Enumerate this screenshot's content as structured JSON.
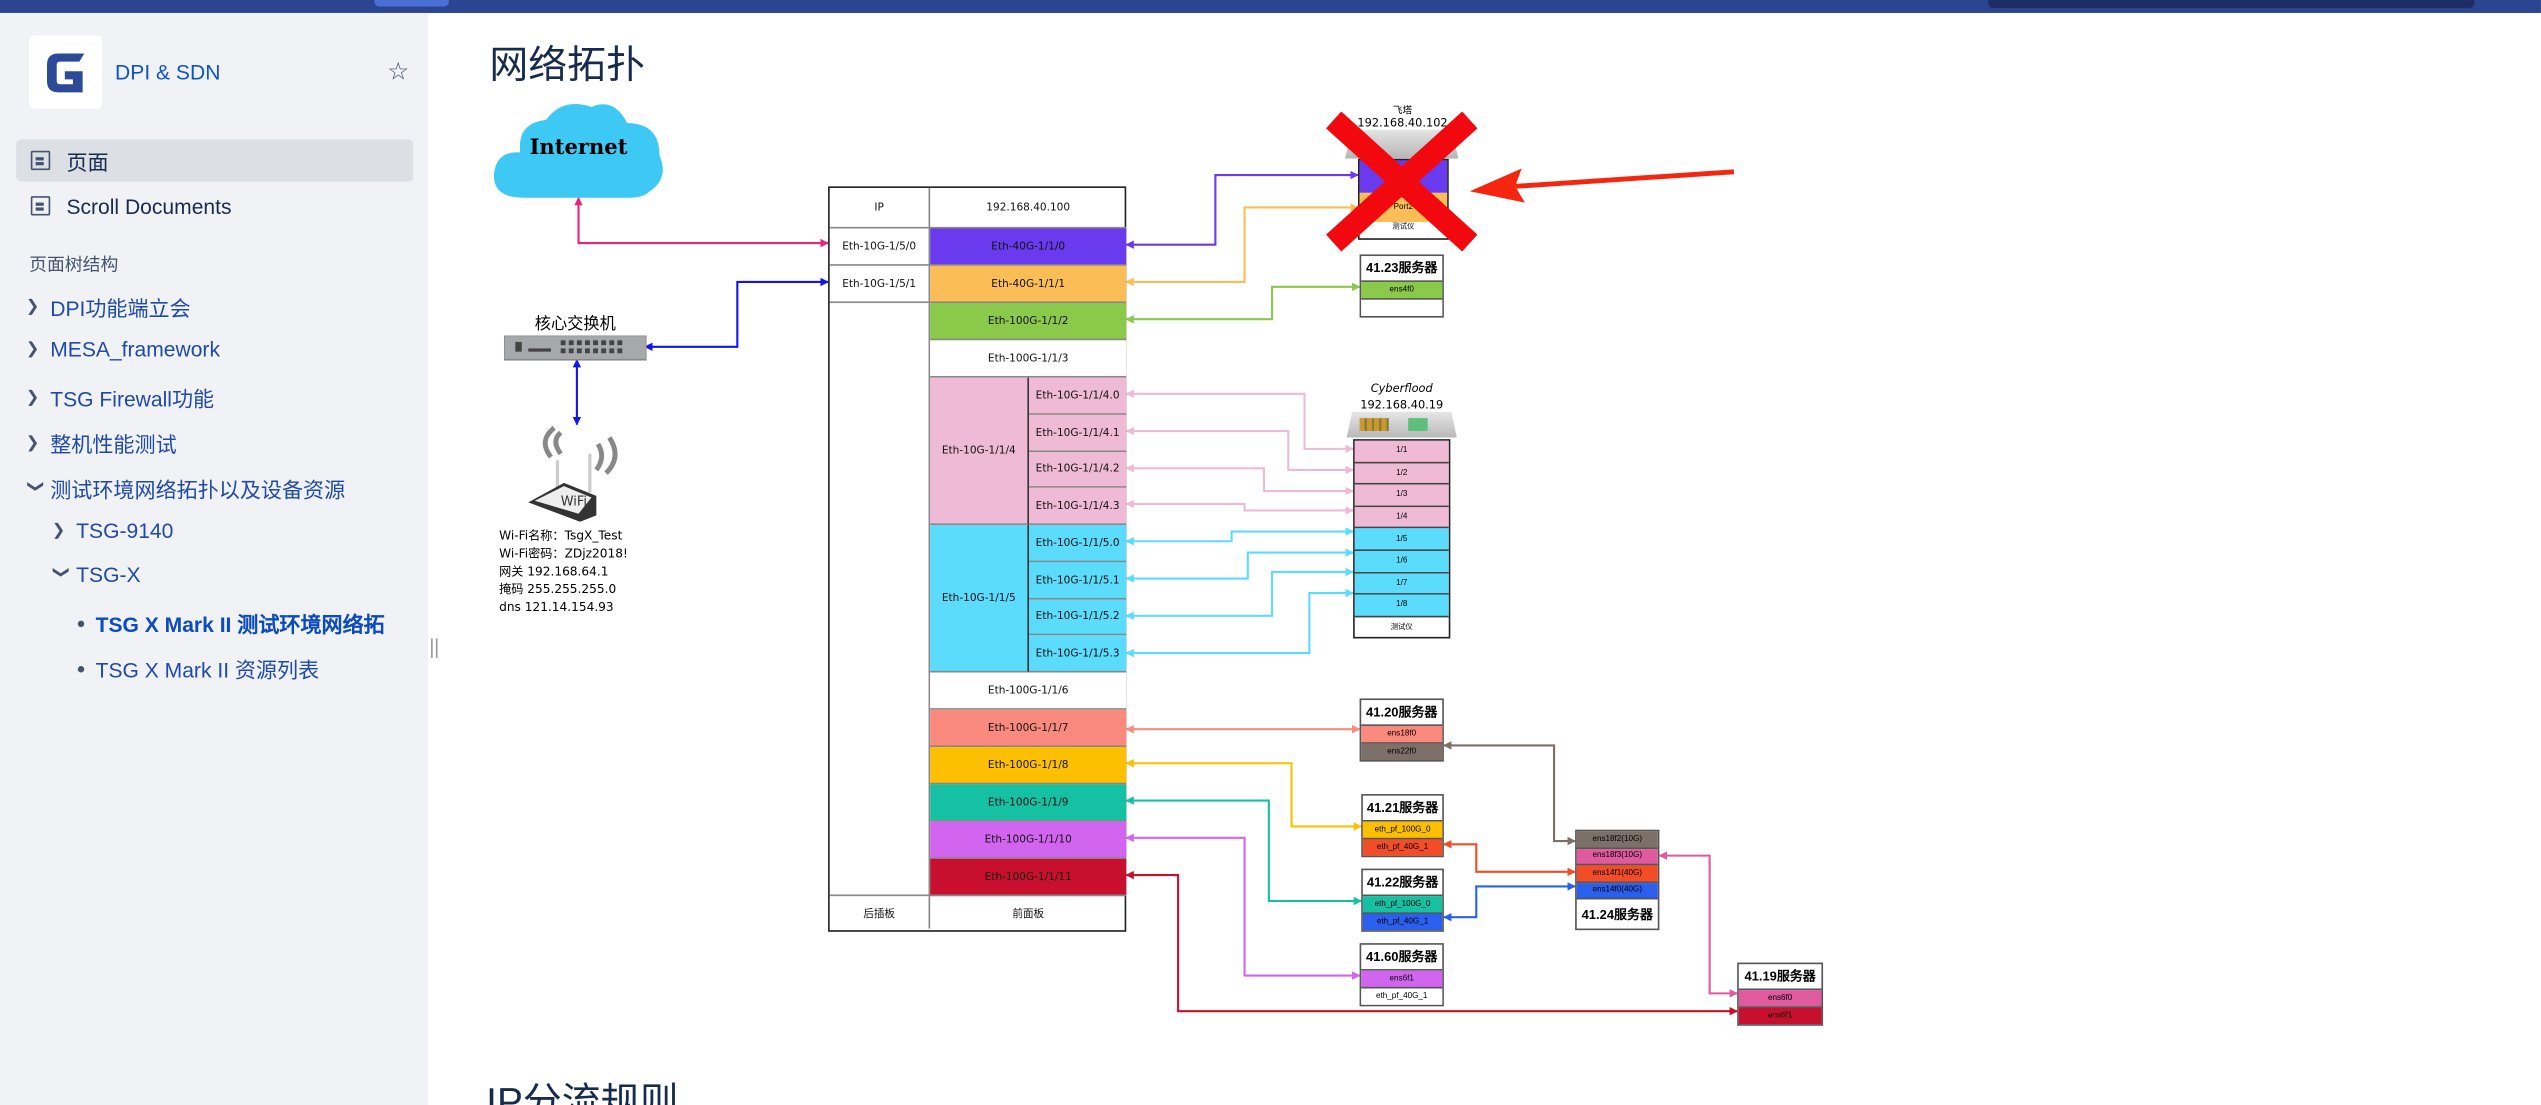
{
  "sidebar": {
    "space_name": "DPI & SDN",
    "nav": [
      {
        "label": "页面"
      },
      {
        "label": "Scroll Documents"
      }
    ],
    "tree_heading": "页面树结构",
    "tree": [
      {
        "label": "DPI功能端立会"
      },
      {
        "label": "MESA_framework"
      },
      {
        "label": "TSG Firewall功能"
      },
      {
        "label": "整机性能测试"
      },
      {
        "label": "测试环境网络拓扑以及设备资源"
      },
      {
        "label": "TSG-9140"
      },
      {
        "label": "TSG-X"
      },
      {
        "label": "TSG X Mark II 测试环境网络拓"
      },
      {
        "label": "TSG X Mark II 资源列表"
      }
    ]
  },
  "main": {
    "title": "网络拓扑",
    "next_heading": "IP分流规则"
  },
  "diagram": {
    "internet": "Internet",
    "core_switch": "核心交换机",
    "wifi_info": [
      "Wi-Fi名称：TsgX_Test",
      "Wi-Fi密码：ZDjz2018!",
      "网关 192.168.64.1",
      "掩码 255.255.255.0",
      "dns 121.14.154.93"
    ],
    "switch": {
      "ip_label": "IP",
      "ip_value": "192.168.40.100",
      "left_ports": [
        "Eth-10G-1/5/0",
        "Eth-10G-1/5/1"
      ],
      "rows": [
        {
          "label": "Eth-40G-1/1/0",
          "color": "#6a3aee"
        },
        {
          "label": "Eth-40G-1/1/1",
          "color": "#fbbd55"
        },
        {
          "label": "Eth-100G-1/1/2",
          "color": "#8ac94a"
        },
        {
          "label": "Eth-100G-1/1/3",
          "color": "#ffffff"
        }
      ],
      "group4": {
        "label": "Eth-10G-1/1/4",
        "color": "#efbad6",
        "subs": [
          "Eth-10G-1/1/4.0",
          "Eth-10G-1/1/4.1",
          "Eth-10G-1/1/4.2",
          "Eth-10G-1/1/4.3"
        ]
      },
      "group5": {
        "label": "Eth-10G-1/1/5",
        "color": "#5cdcfc",
        "subs": [
          "Eth-10G-1/1/5.0",
          "Eth-10G-1/1/5.1",
          "Eth-10G-1/1/5.2",
          "Eth-10G-1/1/5.3"
        ]
      },
      "rows2": [
        {
          "label": "Eth-100G-1/1/6",
          "color": "#ffffff"
        },
        {
          "label": "Eth-100G-1/1/7",
          "color": "#fa8a7e"
        },
        {
          "label": "Eth-100G-1/1/8",
          "color": "#fcc000"
        },
        {
          "label": "Eth-100G-1/1/9",
          "color": "#16c1a3"
        },
        {
          "label": "Eth-100G-1/1/10",
          "color": "#d265f0"
        },
        {
          "label": "Eth-100G-1/1/11",
          "color": "#c8102e"
        }
      ],
      "footer_back": "后插板",
      "footer_front": "前面板"
    },
    "feita": {
      "name": "飞塔",
      "ip": "192.168.40.102",
      "port2": "Port2",
      "tester": "测试仪"
    },
    "cyberflood": {
      "name": "Cyberflood",
      "ip": "192.168.40.19",
      "ports": [
        "1/1",
        "1/2",
        "1/3",
        "1/4",
        "1/5",
        "1/6",
        "1/7",
        "1/8"
      ],
      "tester": "测试仪"
    },
    "servers": [
      {
        "title": "41.23服务器",
        "ports": [
          {
            "label": "ens4f0",
            "color": "#8ac94a"
          },
          {
            "label": "",
            "color": "#ffffff"
          }
        ]
      },
      {
        "title": "41.20服务器",
        "ports": [
          {
            "label": "ens18f0",
            "color": "#fa8a7e"
          },
          {
            "label": "ens22f0",
            "color": "#7d7068"
          }
        ]
      },
      {
        "title": "41.21服务器",
        "ports": [
          {
            "label": "eth_pf_100G_0",
            "color": "#fcc000"
          },
          {
            "label": "eth_pf_40G_1",
            "color": "#f24d26"
          }
        ]
      },
      {
        "title": "41.22服务器",
        "ports": [
          {
            "label": "eth_pf_100G_0",
            "color": "#16c1a3"
          },
          {
            "label": "eth_pf_40G_1",
            "color": "#2b5fee"
          }
        ]
      },
      {
        "title": "41.60服务器",
        "ports": [
          {
            "label": "ens6f1",
            "color": "#d265f0"
          },
          {
            "label": "eth_pf_40G_1",
            "color": "#ffffff"
          }
        ]
      },
      {
        "title": "41.24服务器",
        "ports": [
          {
            "label": "ens18f2(10G)",
            "color": "#7d7068"
          },
          {
            "label": "ens18f3(10G)",
            "color": "#e05a9e"
          },
          {
            "label": "ens14f1(40G)",
            "color": "#f24d26"
          },
          {
            "label": "ens14f0(40G)",
            "color": "#2b5fee"
          }
        ]
      },
      {
        "title": "41.19服务器",
        "ports": [
          {
            "label": "ens6f0",
            "color": "#e05a9e"
          },
          {
            "label": "ens6f1",
            "color": "#c8102e"
          }
        ]
      }
    ]
  }
}
